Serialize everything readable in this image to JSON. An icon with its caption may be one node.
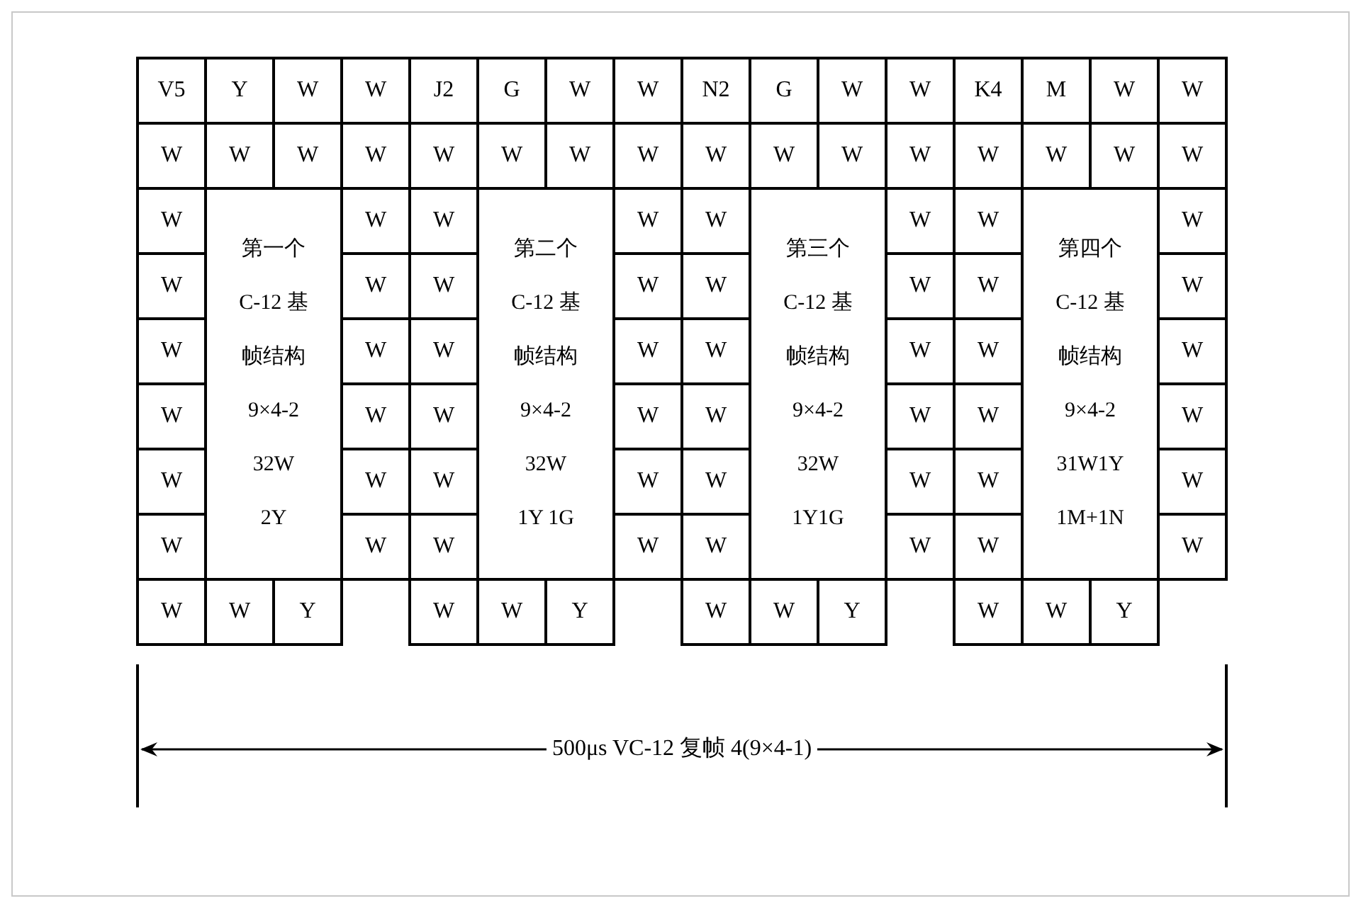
{
  "diagram": {
    "nodes": [
      {
        "text": [
          "V5"
        ]
      },
      {
        "text": [
          "Y"
        ]
      },
      {
        "text": [
          "W"
        ]
      },
      {
        "text": [
          "W"
        ]
      },
      {
        "text": [
          "J2"
        ]
      },
      {
        "text": [
          "G"
        ]
      },
      {
        "text": [
          "W"
        ]
      },
      {
        "text": [
          "W"
        ]
      },
      {
        "text": [
          "N2"
        ]
      },
      {
        "text": [
          "G"
        ]
      },
      {
        "text": [
          "W"
        ]
      },
      {
        "text": [
          "W"
        ]
      },
      {
        "text": [
          "K4"
        ]
      },
      {
        "text": [
          "M"
        ]
      },
      {
        "text": [
          "W"
        ]
      },
      {
        "text": [
          "W"
        ]
      },
      {
        "text": [
          "W"
        ]
      },
      {
        "text": [
          "W"
        ]
      },
      {
        "text": [
          "W"
        ]
      },
      {
        "text": [
          "W"
        ]
      },
      {
        "text": [
          "W"
        ]
      },
      {
        "text": [
          "W"
        ]
      },
      {
        "text": [
          "W"
        ]
      },
      {
        "text": [
          "W"
        ]
      },
      {
        "text": [
          "W"
        ]
      },
      {
        "text": [
          "W"
        ]
      },
      {
        "text": [
          "W"
        ]
      },
      {
        "text": [
          "W"
        ]
      },
      {
        "text": [
          "W"
        ]
      },
      {
        "text": [
          "W"
        ]
      },
      {
        "text": [
          "W"
        ]
      },
      {
        "text": [
          "W"
        ]
      },
      {
        "text": [
          "W"
        ]
      },
      {
        "text": [
          "第一个C-12 基帧结构",
          "9×4-2",
          "32W",
          "2Y"
        ]
      },
      {
        "text": [
          "W"
        ]
      },
      {
        "text": [
          "W"
        ]
      },
      {
        "text": [
          "第二个C-12 基帧结构",
          "9×4-2",
          "32W",
          "1Y 1G"
        ]
      },
      {
        "text": [
          "W"
        ]
      },
      {
        "text": [
          "W"
        ]
      },
      {
        "text": [
          "第三个C-12 基帧结构",
          "9×4-2",
          "32W",
          "1Y1G"
        ]
      },
      {
        "text": [
          "W"
        ]
      },
      {
        "text": [
          "W"
        ]
      },
      {
        "text": [
          "第四个C-12 基帧结构",
          "9×4-2",
          "31W1Y",
          "1M+1N"
        ]
      },
      {
        "text": [
          "W"
        ]
      },
      {
        "text": [
          "W"
        ]
      },
      {
        "text": [
          "W"
        ]
      },
      {
        "text": [
          "W"
        ]
      },
      {
        "text": [
          "W"
        ]
      },
      {
        "text": [
          "W"
        ]
      },
      {
        "text": [
          "W"
        ]
      },
      {
        "text": [
          "W"
        ]
      },
      {
        "text": [
          "W"
        ]
      },
      {
        "text": [
          "W"
        ]
      },
      {
        "text": [
          "W"
        ]
      },
      {
        "text": [
          "W"
        ]
      },
      {
        "text": [
          "W"
        ]
      },
      {
        "text": [
          "W"
        ]
      },
      {
        "text": [
          "W"
        ]
      },
      {
        "text": [
          "W"
        ]
      },
      {
        "text": [
          "W"
        ]
      },
      {
        "text": [
          "W"
        ]
      },
      {
        "text": [
          "W"
        ]
      },
      {
        "text": [
          "W"
        ]
      },
      {
        "text": [
          "W"
        ]
      },
      {
        "text": [
          "W"
        ]
      },
      {
        "text": [
          "W"
        ]
      },
      {
        "text": [
          "W"
        ]
      },
      {
        "text": [
          "W"
        ]
      },
      {
        "text": [
          "W"
        ]
      },
      {
        "text": [
          "W"
        ]
      },
      {
        "text": [
          "W"
        ]
      },
      {
        "text": [
          "W"
        ]
      },
      {
        "text": [
          "W"
        ]
      },
      {
        "text": [
          "W"
        ]
      },
      {
        "text": [
          "W"
        ]
      },
      {
        "text": [
          "W"
        ]
      },
      {
        "text": [
          "W"
        ]
      },
      {
        "text": [
          "W"
        ]
      },
      {
        "text": [
          "W"
        ]
      },
      {
        "text": [
          "W"
        ]
      },
      {
        "text": [
          "W"
        ]
      },
      {
        "text": [
          "W"
        ]
      },
      {
        "text": [
          "W"
        ]
      },
      {
        "text": [
          "W"
        ]
      },
      {
        "text": [
          "W"
        ]
      },
      {
        "text": [
          "W"
        ]
      },
      {
        "text": [
          "Y"
        ]
      },
      {
        "text": [
          "W"
        ]
      },
      {
        "text": [
          "W"
        ]
      },
      {
        "text": [
          "Y"
        ]
      },
      {
        "text": [
          "W"
        ]
      },
      {
        "text": [
          "W"
        ]
      },
      {
        "text": [
          "Y"
        ]
      },
      {
        "text": [
          "W"
        ]
      },
      {
        "text": [
          "W"
        ]
      },
      {
        "text": [
          "Y"
        ]
      }
    ],
    "labels": [
      "500μs VC-12  复帧 4(9×4-1)"
    ]
  }
}
